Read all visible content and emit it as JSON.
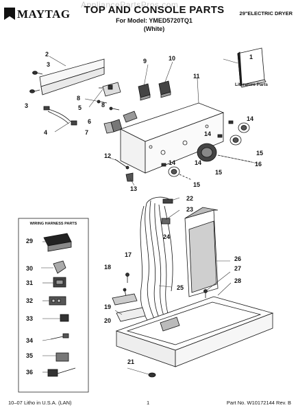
{
  "header": {
    "brand": "MAYTAG",
    "title": "TOP AND CONSOLE PARTS",
    "model_line": "For Model: YMED5720TQ1",
    "color_line": "(White)",
    "product": "29\"ELECTRIC DRYER",
    "watermark": "AppliancePartsPros.com"
  },
  "labels": {
    "literature": "Literature Parts",
    "wiring_harness": "WIRING HARNESS PARTS"
  },
  "callouts": [
    "1",
    "2",
    "3",
    "3",
    "4",
    "5",
    "6",
    "7",
    "8",
    "8",
    "9",
    "10",
    "11",
    "12",
    "13",
    "14",
    "14",
    "14",
    "14",
    "15",
    "15",
    "15",
    "16",
    "17",
    "18",
    "19",
    "20",
    "21",
    "22",
    "23",
    "24",
    "25",
    "26",
    "27",
    "28",
    "29",
    "30",
    "31",
    "32",
    "33",
    "34",
    "35",
    "36"
  ],
  "footer": {
    "left": "10–07 Litho in U.S.A. (LAN)",
    "center": "1",
    "right": "Part No. W10172144 Rev. B"
  }
}
